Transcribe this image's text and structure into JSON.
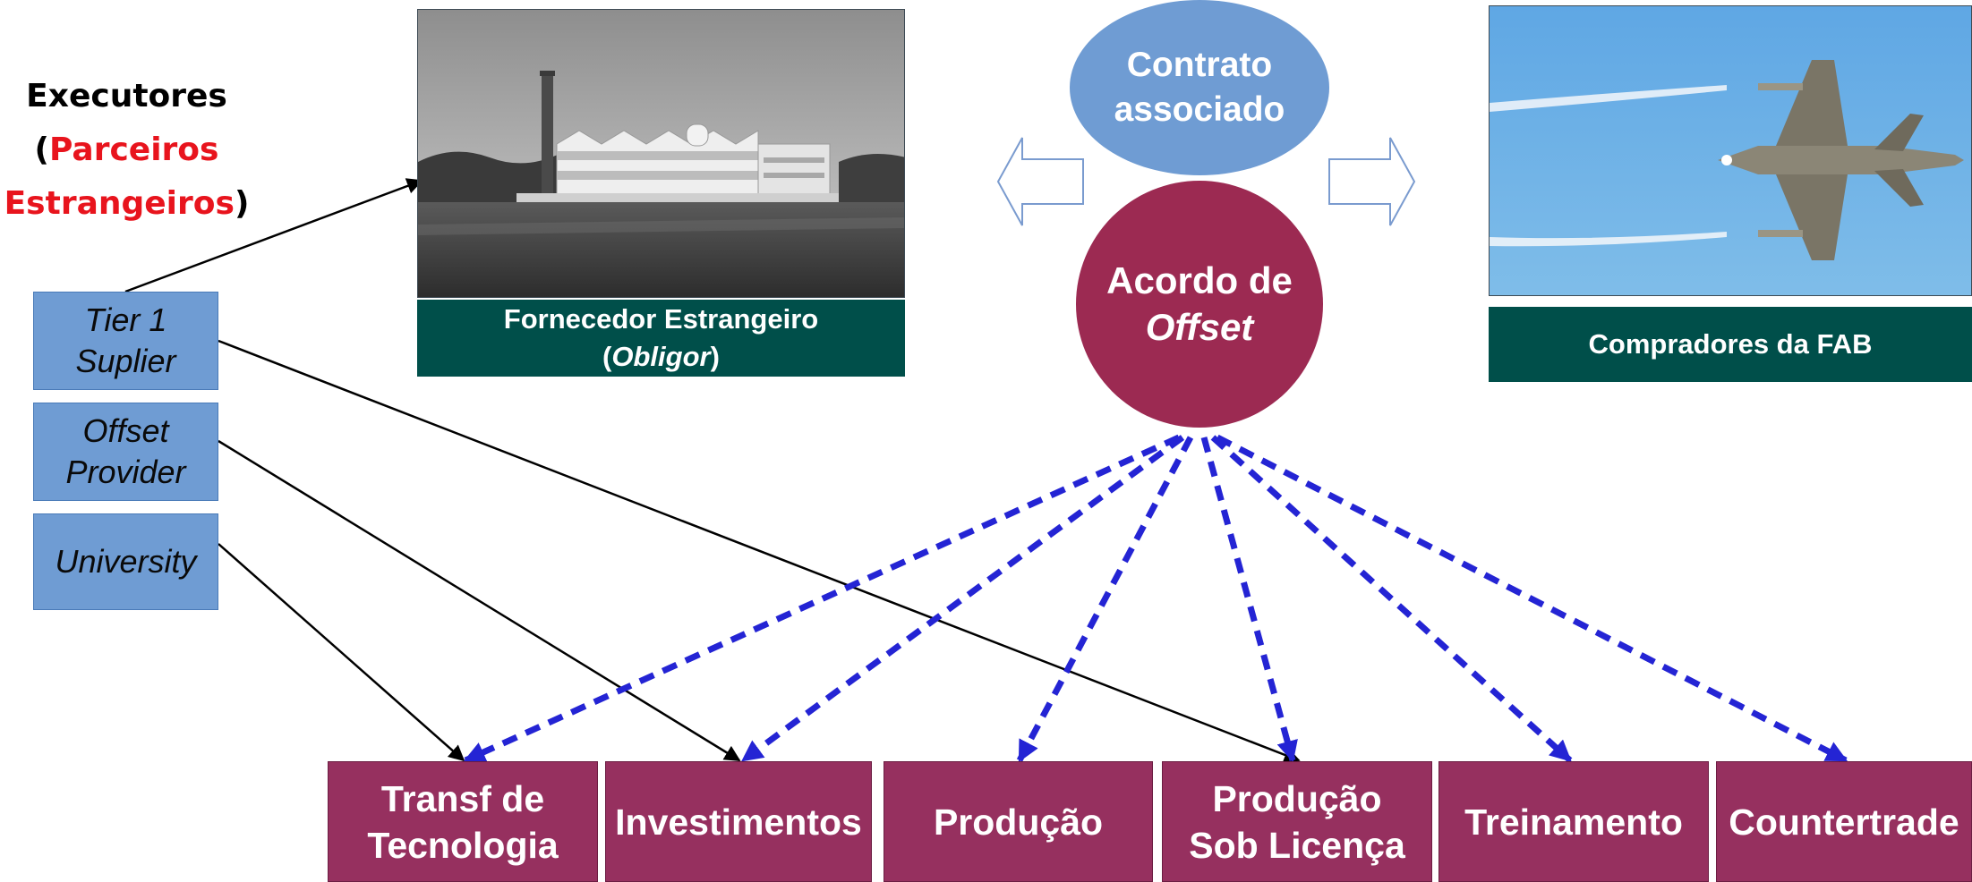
{
  "executores": {
    "line1": "Executores",
    "open": "(",
    "line2": "Parceiros",
    "line3": "Estrangeiros",
    "close": ")"
  },
  "partners": [
    {
      "line1": "Tier 1",
      "line2": "Suplier"
    },
    {
      "line1": "Offset",
      "line2": "Provider"
    },
    {
      "line1": "University"
    }
  ],
  "fornecedor": {
    "line1": "Fornecedor Estrangeiro",
    "open": "(",
    "italic": "Obligor",
    "close": ")"
  },
  "contrato": {
    "line1": "Contrato",
    "line2": "associado"
  },
  "acordo": {
    "line1": "Acordo de",
    "line2": "Offset"
  },
  "compradores": {
    "label": "Compradores da FAB"
  },
  "categories": [
    "Transf de\nTecnologia",
    "Investimentos",
    "Produção",
    "Produção\nSob Licença",
    "Treinamento",
    "Countertrade"
  ],
  "colors": {
    "offset_circle": "#9c2a52",
    "contrato_oval": "#6f9cd3",
    "dashed_arrow": "#2424d4",
    "caption_bg": "#004f4a",
    "category_bg": "#96305f",
    "partner_box": "#6f9cd3",
    "highlight_red": "#e8141d"
  }
}
